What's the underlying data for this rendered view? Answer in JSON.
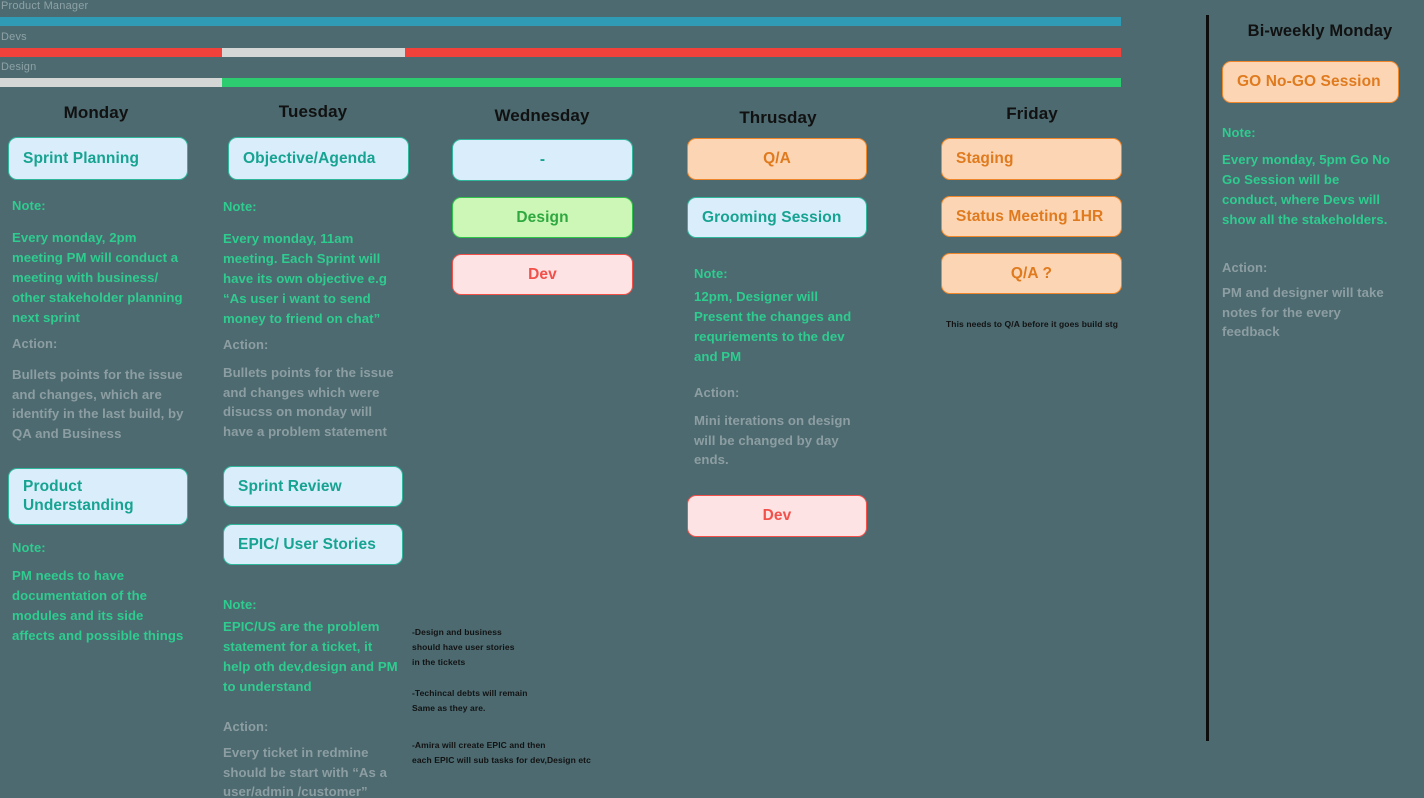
{
  "rolebars": [
    {
      "label": "Product Manager",
      "segments": [
        {
          "color": "#2f9bb5",
          "left_pct": 0,
          "width_pct": 100
        }
      ]
    },
    {
      "label": "Devs",
      "segments": [
        {
          "color": "#f2403a",
          "left_pct": 0,
          "width_pct": 19.8
        },
        {
          "color": "#d5d7d7",
          "left_pct": 19.8,
          "width_pct": 16.3
        },
        {
          "color": "#f2403a",
          "left_pct": 36.1,
          "width_pct": 63.9
        }
      ]
    },
    {
      "label": "Design",
      "segments": [
        {
          "color": "#d5d7d7",
          "left_pct": 0,
          "width_pct": 19.8
        },
        {
          "color": "#2ecc71",
          "left_pct": 19.8,
          "width_pct": 80.2
        }
      ]
    }
  ],
  "columns": [
    {
      "title": "Monday",
      "cards_top": [
        {
          "label": "Sprint Planning",
          "style": "blue",
          "align": "left"
        }
      ],
      "note_head": "Note:",
      "note_body": "Every monday, 2pm meeting PM will conduct a meeting with business/ other stakeholder planning next sprint",
      "action_head": "Action:",
      "action_body": "Bullets points for the issue and changes, which are identify in the last build, by QA and Business",
      "cards_mid": [
        {
          "label": "Product\nUnderstanding",
          "style": "blue",
          "align": "left"
        }
      ],
      "note2_head": "Note:",
      "note2_body": "PM needs to have documentation of the modules and its side affects and possible things"
    },
    {
      "title": "Tuesday",
      "cards_top": [
        {
          "label": "Objective/Agenda",
          "style": "blue",
          "align": "left"
        }
      ],
      "note_head": "Note:",
      "note_body": "Every monday, 11am meeting. Each Sprint will have its own objective e.g “As user i want to send money to friend on chat”",
      "action_head": "Action:",
      "action_body": "Bullets points for the issue and changes which were disucss on monday will have a problem statement",
      "cards_mid": [
        {
          "label": "Sprint Review",
          "style": "blue",
          "align": "left"
        },
        {
          "label": "EPIC/ User Stories",
          "style": "blue",
          "align": "left"
        }
      ],
      "note2_head": "Note:",
      "note2_body": "EPIC/US are the problem statement for a ticket, it help oth dev,design and PM to understand",
      "action2_head": "Action:",
      "action2_body": "Every ticket in redmine should be start with “As a user/admin /customer”"
    },
    {
      "title": "Wednesday",
      "cards_top": [
        {
          "label": "-",
          "style": "blue",
          "align": "center"
        },
        {
          "label": "Design",
          "style": "green",
          "align": "center"
        },
        {
          "label": "Dev",
          "style": "pink",
          "align": "center"
        }
      ],
      "side_notes": [
        "-Design and business\nshould have user stories\nin the tickets",
        "-Techincal debts will remain\nSame as they are.",
        "-Amira will create EPIC and then\neach EPIC will sub tasks for dev,Design etc"
      ]
    },
    {
      "title": "Thrusday",
      "cards_top": [
        {
          "label": "Q/A",
          "style": "orange",
          "align": "center"
        },
        {
          "label": "Grooming Session",
          "style": "blue",
          "align": "left"
        }
      ],
      "note_head": "Note:",
      "note_body": "12pm, Designer will Present the changes and requriements to the dev and PM",
      "action_head": "Action:",
      "action_body": "Mini iterations on design will be changed by day ends.",
      "cards_mid": [
        {
          "label": "Dev",
          "style": "pink",
          "align": "center"
        }
      ]
    },
    {
      "title": "Friday",
      "cards_top": [
        {
          "label": "Staging",
          "style": "orange",
          "align": "left"
        },
        {
          "label": "Status Meeting 1HR",
          "style": "orange",
          "align": "left"
        },
        {
          "label": "Q/A ?",
          "style": "orange",
          "align": "center"
        }
      ],
      "footnote": "This needs to Q/A before it goes build stg"
    }
  ],
  "right_panel": {
    "title": "Bi-weekly Monday",
    "card": {
      "label": "GO No-GO Session",
      "style": "orange",
      "align": "left"
    },
    "note_head": "Note:",
    "note_body": "Every monday, 5pm Go No Go Session will be conduct, where Devs will show all the stakeholders.",
    "action_head": "Action:",
    "action_body": "PM and designer will take notes for the every feedback"
  },
  "theme": {
    "background": "#4c6a70",
    "pm_bar": "#2f9bb5",
    "dev_bar": "#f2403a",
    "design_bar": "#2ecc71",
    "track": "#d5d7d7",
    "note_green": "#2ecc8f",
    "action_gray": "#8d9ea2",
    "divider": "#0d0d0d"
  }
}
